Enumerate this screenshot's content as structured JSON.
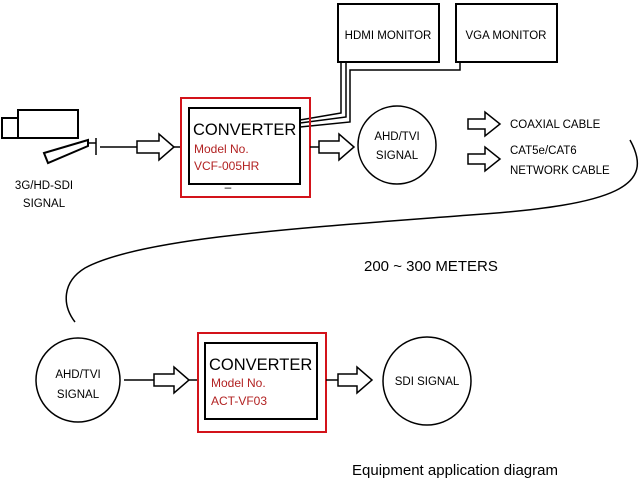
{
  "monitors": {
    "hdmi": "HDMI MONITOR",
    "vga": "VGA MONITOR"
  },
  "camera": {
    "signal_line1": "3G/HD-SDI",
    "signal_line2": "SIGNAL"
  },
  "converter_top": {
    "title": "CONVERTER",
    "model_label": "Model No.",
    "model_value": "VCF-005HR",
    "dash": "–"
  },
  "ahd_top": {
    "line1": "AHD/TVI",
    "line2": "SIGNAL"
  },
  "cables": {
    "coaxial": "COAXIAL CABLE",
    "network_line1": "CAT5e/CAT6",
    "network_line2": "NETWORK CABLE"
  },
  "distance": "200 ~ 300 METERS",
  "ahd_bottom": {
    "line1": "AHD/TVI",
    "line2": "SIGNAL"
  },
  "converter_bottom": {
    "title": "CONVERTER",
    "model_label": "Model No.",
    "model_value": "ACT-VF03"
  },
  "sdi_output": "SDI SIGNAL",
  "caption": "Equipment application diagram",
  "colors": {
    "highlight_box": "#d3131a",
    "model_text": "#b22222",
    "line": "#000000"
  }
}
